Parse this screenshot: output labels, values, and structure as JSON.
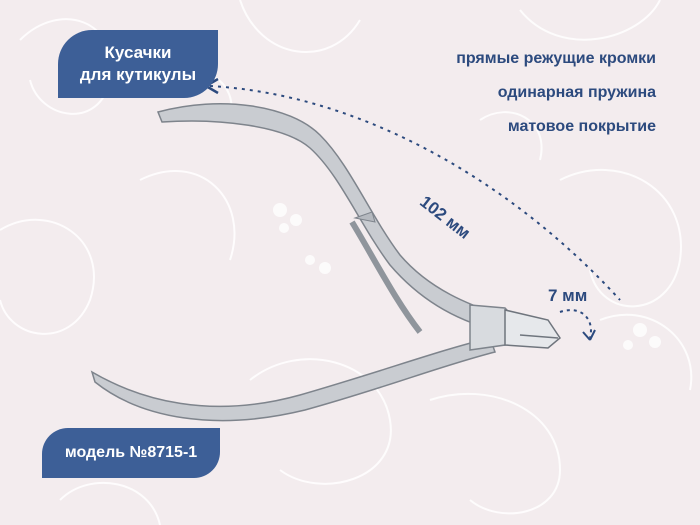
{
  "title": {
    "line1": "Кусачки",
    "line2": "для кутикулы"
  },
  "features": [
    "прямые режущие кромки",
    "одинарная пружина",
    "матовое покрытие"
  ],
  "dimensions": {
    "length": "102 мм",
    "blade": "7 мм"
  },
  "model": "модель №8715-1",
  "colors": {
    "badge": "#3d5f97",
    "text": "#2c4a7e",
    "background": "#f3ecee",
    "steel": "#c9ccd1"
  }
}
